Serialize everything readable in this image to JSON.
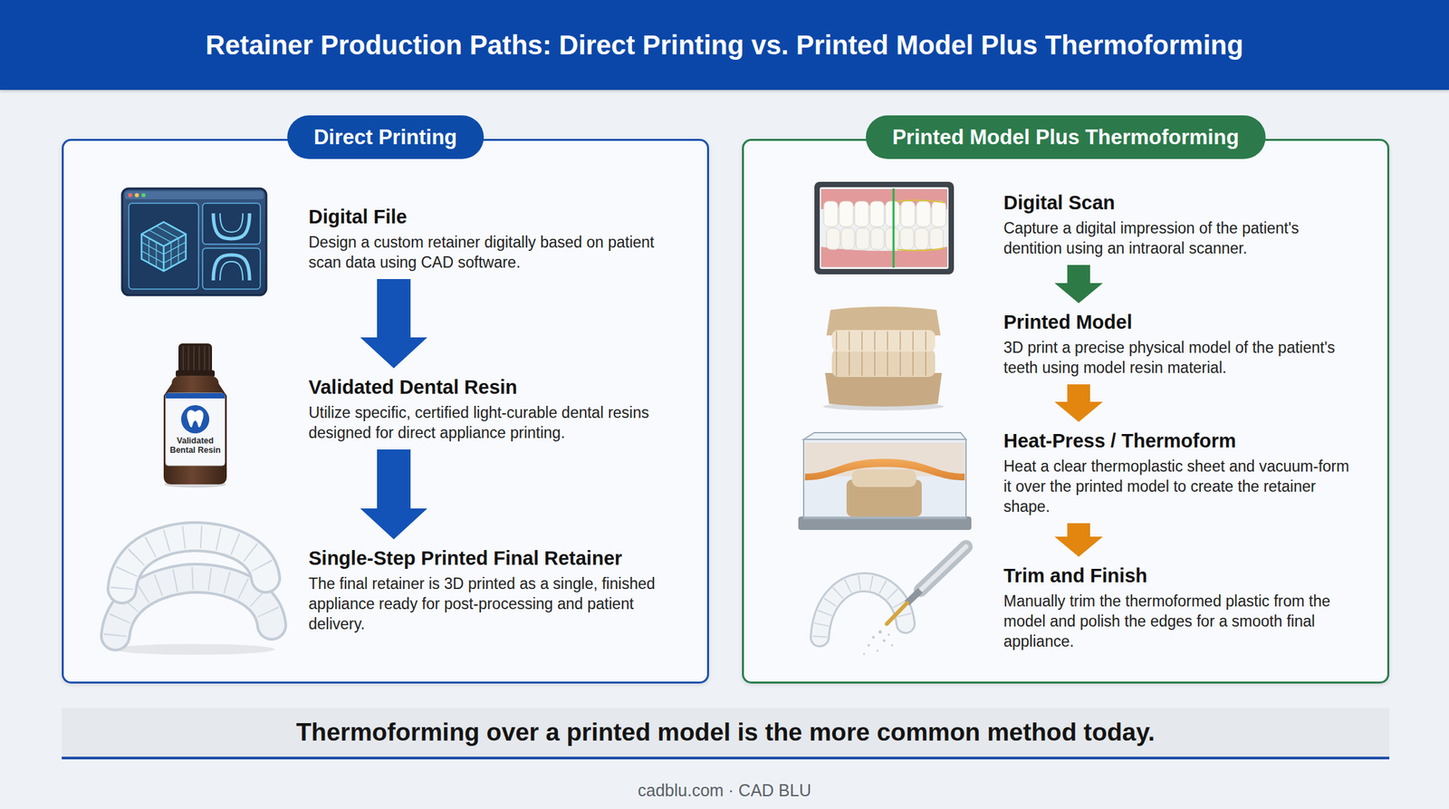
{
  "diagram": {
    "title": "Retainer Production Paths: Direct Printing vs. Printed Model Plus Thermoforming",
    "caption": "Thermoforming over a printed model is the more common method today.",
    "nodes": [
      {
        "text": [
          "Direct Printing"
        ]
      },
      {
        "text": [
          "Digital File",
          "Design a custom retainer digitally based on patient scan data using CAD software."
        ],
        "in": 0
      },
      {
        "text": [
          "Validated Dental Resin",
          "Utilize specific, certified light-curable dental resins designed for direct appliance printing."
        ],
        "in": 0
      },
      {
        "text": [
          "Single-Step Printed Final Retainer",
          "The final retainer is 3D printed as a single, finished appliance ready for post-processing and patient delivery."
        ],
        "in": 0
      },
      {
        "text": [
          "Printed Model Plus Thermoforming"
        ]
      },
      {
        "text": [
          "Digital Scan",
          "Capture a digital impression of the patient's dentition using an intraoral scanner."
        ],
        "in": 4
      },
      {
        "text": [
          "Printed Model",
          "3D print a precise physical model of the patient's teeth using model resin material."
        ],
        "in": 4
      },
      {
        "text": [
          "Heat-Press / Thermoform",
          "Heat a clear thermoplastic sheet and vacuum-form it over the printed model to create the retainer shape."
        ],
        "in": 4
      },
      {
        "text": [
          "Trim and Finish",
          "Manually trim the thermoformed plastic from the model and polish the edges for a smooth final appliance."
        ],
        "in": 4
      }
    ],
    "edges": [
      {
        "from": 1,
        "to": 2,
        "arrow": "to"
      },
      {
        "from": 2,
        "to": 3,
        "arrow": "to"
      },
      {
        "from": 5,
        "to": 6,
        "arrow": "to"
      },
      {
        "from": 6,
        "to": 7,
        "arrow": "to"
      },
      {
        "from": 7,
        "to": 8,
        "arrow": "to"
      }
    ],
    "labels": [
      "Validated Bental Resin",
      "cadblu.com · CAD BLU"
    ]
  }
}
